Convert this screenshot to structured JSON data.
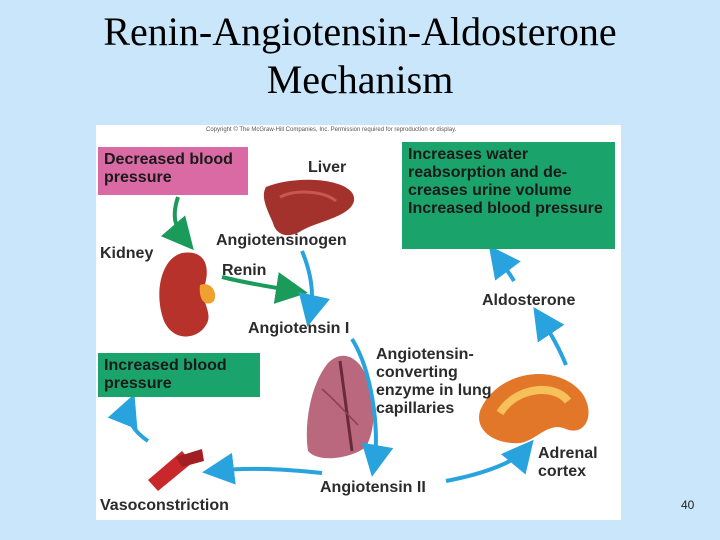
{
  "slide": {
    "title": "Renin-Angiotensin-Aldosterone Mechanism",
    "page_number": "40"
  },
  "figure": {
    "copyright": "Copyright © The McGraw-Hill Companies, Inc. Permission required for reproduction or display.",
    "boxes": {
      "decreased_bp": "Decreased blood pressure",
      "increases_water": "Increases water reabsorption and de-creases urine volume Increased blood pressure",
      "increased_bp": "Increased blood pressure"
    },
    "labels": {
      "liver": "Liver",
      "kidney": "Kidney",
      "angiotensinogen": "Angiotensinogen",
      "renin": "Renin",
      "angiotensin_i": "Angiotensin I",
      "ace": "Angiotensin-converting enzyme in lung capillaries",
      "aldosterone": "Aldosterone",
      "adrenal_cortex": "Adrenal cortex",
      "angiotensin_ii": "Angiotensin II",
      "vasoconstriction": "Vasoconstriction"
    },
    "colors": {
      "pink_box": "#d96aa4",
      "green_box": "#1aa36a",
      "blue_arrow": "#29a3dd",
      "green_arrow": "#1a9b5a",
      "organ_red": "#b8322c"
    }
  }
}
